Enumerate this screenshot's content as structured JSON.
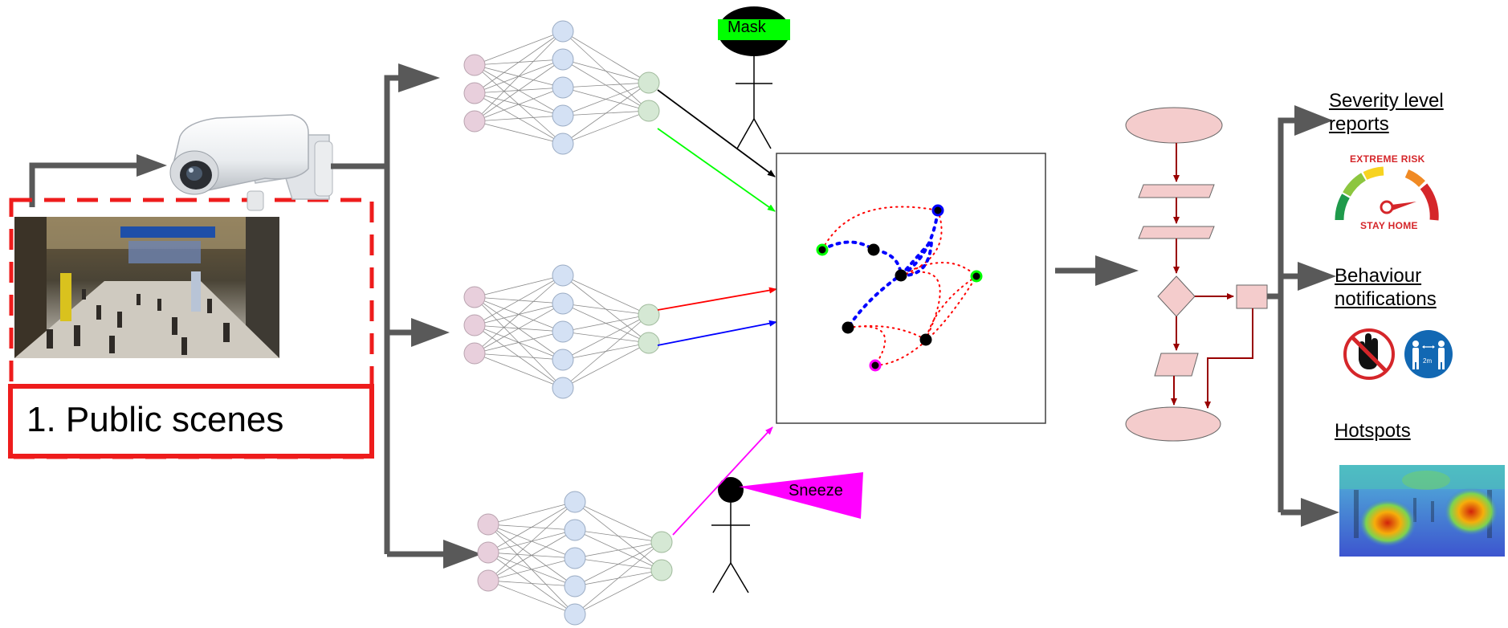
{
  "scene": {
    "title": "1. Public scenes"
  },
  "behaviours": {
    "mask": "Mask",
    "sneeze": "Sneeze"
  },
  "outputs": {
    "severity": "Severity level reports",
    "behaviour": "Behaviour notifications",
    "hotspots": "Hotspots"
  },
  "gauge": {
    "top_text": "EXTREME RISK",
    "bottom_text": "STAY HOME"
  },
  "distance_sign": {
    "text": "2m"
  },
  "colors": {
    "scene_frame": "#ee1c1c",
    "arrow_gray": "#595959",
    "input_node": "#e8cfdc",
    "hidden_node": "#d4e1f4",
    "output_node": "#d5e8d4",
    "flowchart_fill": "#f4cccc",
    "flowchart_line": "#990000",
    "mask_green": "#00ff00",
    "sneeze_magenta": "#ff00ff",
    "track_blue": "#0000ff",
    "track_red": "#ff0000"
  }
}
